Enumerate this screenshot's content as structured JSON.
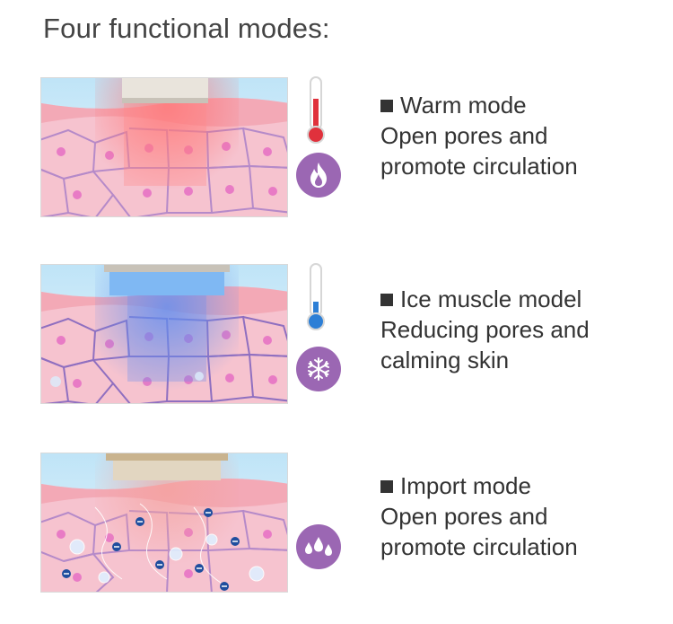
{
  "heading": "Four functional modes:",
  "modes": [
    {
      "title": "Warm mode",
      "desc_line1": "Open pores and",
      "desc_line2": "promote circulation",
      "icon": "flame-icon",
      "accent": "#f26d6d"
    },
    {
      "title": "Ice muscle model",
      "desc_line1": "Reducing pores and",
      "desc_line2": "calming skin",
      "icon": "snowflake-icon",
      "accent": "#5aa9e6"
    },
    {
      "title": "Import mode",
      "desc_line1": "Open pores and",
      "desc_line2": "promote circulation",
      "icon": "droplets-icon",
      "accent": "#f08080"
    }
  ],
  "colors": {
    "badge": "#9b67b3",
    "skin": "#f6c3cf",
    "cell_border": "#b58ac9",
    "nucleus": "#e66fc4"
  }
}
